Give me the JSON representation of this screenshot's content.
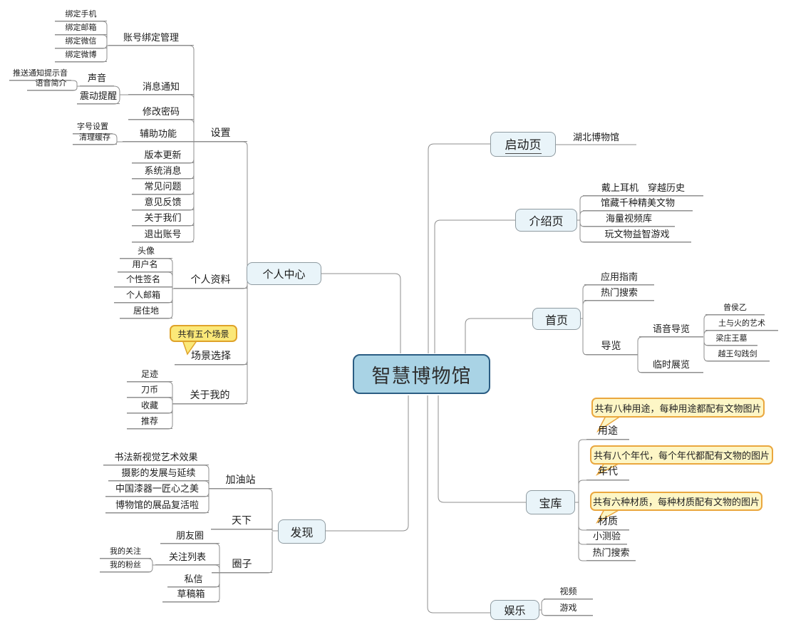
{
  "colors": {
    "central_fill": "#a9d3e5",
    "central_border": "#2b5d83",
    "branch_box_fill": "#e9f4f9",
    "branch_box_border": "#8f9ba1",
    "callout_fill": "#fdf6c6",
    "callout_border": "#eaa73e",
    "small_callout_fill": "#fbe878",
    "line": "#8f8f8f"
  },
  "root": {
    "label": "智慧博物馆"
  },
  "personal_center": {
    "label": "个人中心",
    "settings": {
      "label": "设置",
      "account_binding": {
        "label": "账号绑定管理",
        "items": [
          "绑定手机",
          "绑定邮箱",
          "绑定微信",
          "绑定微博"
        ]
      },
      "message_notify": {
        "label": "消息通知",
        "sound": {
          "label": "声音",
          "items": [
            "推送通知提示音",
            "语音简介"
          ]
        },
        "vibrate": {
          "label": "震动提醒"
        }
      },
      "change_password": {
        "label": "修改密码"
      },
      "accessibility": {
        "label": "辅助功能",
        "items": [
          "字号设置",
          "清理缓存"
        ]
      },
      "items": [
        "版本更新",
        "系统消息",
        "常见问题",
        "意见反馈",
        "关于我们",
        "退出账号"
      ]
    },
    "profile": {
      "label": "个人资料",
      "items": [
        "头像",
        "用户名",
        "个性签名",
        "个人邮箱",
        "居住地"
      ]
    },
    "scene_select": {
      "label": "场景选择",
      "callout": "共有五个场景"
    },
    "about_mine": {
      "label": "关于我的",
      "items": [
        "足迹",
        "刀币",
        "收藏",
        "推荐"
      ]
    }
  },
  "discover": {
    "label": "发现",
    "fuel_station": {
      "label": "加油站",
      "items": [
        "书法新视觉艺术效果",
        "摄影的发展与延续",
        "中国漆器一匠心之美",
        "博物馆的展品复活啦"
      ]
    },
    "world": {
      "label": "天下"
    },
    "circle": {
      "label": "圈子",
      "moments": {
        "label": "朋友圈"
      },
      "follow_list": {
        "label": "关注列表",
        "items": [
          "我的关注",
          "我的粉丝"
        ]
      },
      "private_message": {
        "label": "私信"
      },
      "drafts": {
        "label": "草稿箱"
      }
    }
  },
  "launch_page": {
    "label": "启动页",
    "museum": {
      "label": "湖北博物馆"
    }
  },
  "intro_page": {
    "label": "介绍页",
    "items": [
      "戴上耳机　穿越历史",
      "馆藏千种精美文物",
      "海量视频库",
      "玩文物益智游戏"
    ]
  },
  "home_page": {
    "label": "首页",
    "app_guide": {
      "label": "应用指南"
    },
    "hot_search": {
      "label": "热门搜索"
    },
    "tour": {
      "label": "导览",
      "audio_tour": {
        "label": "语音导览",
        "items": [
          "曾侯乙",
          "土与火的艺术",
          "梁庄王墓",
          "越王勾践剑"
        ]
      },
      "temp_exhibition": {
        "label": "临时展览"
      }
    }
  },
  "treasury": {
    "label": "宝库",
    "usage": {
      "label": "用途",
      "callout": "共有八种用途，每种用途都配有文物图片"
    },
    "era": {
      "label": "年代",
      "callout": "共有八个年代，每个年代都配有文物的图片"
    },
    "material": {
      "label": "材质",
      "callout": "共有六种材质，每种材质配有文物的图片"
    },
    "quiz": {
      "label": "小测验"
    },
    "hot_search": {
      "label": "热门搜索"
    }
  },
  "entertainment": {
    "label": "娱乐",
    "video": {
      "label": "视频"
    },
    "game": {
      "label": "游戏"
    }
  }
}
